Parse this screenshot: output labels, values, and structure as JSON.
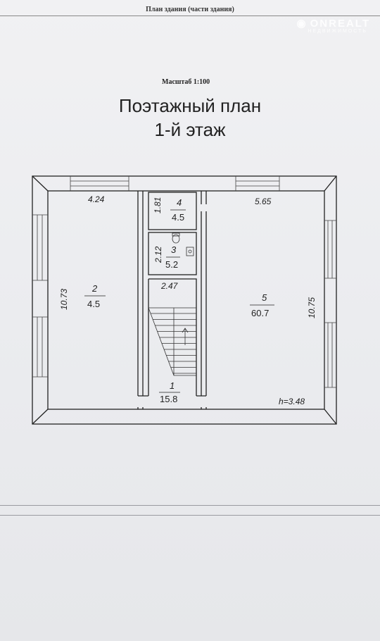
{
  "document": {
    "header": "План здания (части здания)",
    "scale": "Масштаб 1:100",
    "title_line1": "Поэтажный план",
    "title_line2": "1-й этаж"
  },
  "watermark": {
    "brand": "ONREALT",
    "sub": "НЕДВИЖИМОСТЬ"
  },
  "plan": {
    "height_label": "h=3.48",
    "rooms": [
      {
        "number": "2",
        "area": "4.5",
        "length": "10.73",
        "width": "4.24"
      },
      {
        "number": "4",
        "area": "4.5",
        "length": "1.81"
      },
      {
        "number": "3",
        "area": "5.2",
        "length": "2.12"
      },
      {
        "number": "1",
        "area": "15.8",
        "width": "2.47"
      },
      {
        "number": "5",
        "area": "60.7",
        "length": "10.75",
        "width": "5.65"
      }
    ]
  }
}
